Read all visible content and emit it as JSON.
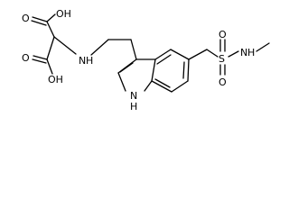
{
  "structure": {
    "labels": {
      "oh_top": "OH",
      "o_top": "O",
      "o_left": "O",
      "oh_bottom": "OH",
      "nh_amine": "N",
      "h_amine": "H",
      "nh_indole": "N",
      "h_indole": "H",
      "s_sulfonyl": "S",
      "o_sulfonyl_top": "O",
      "o_sulfonyl_bottom": "O",
      "nh_sulfonamide": "N",
      "h_sulfonamide": "H"
    }
  }
}
